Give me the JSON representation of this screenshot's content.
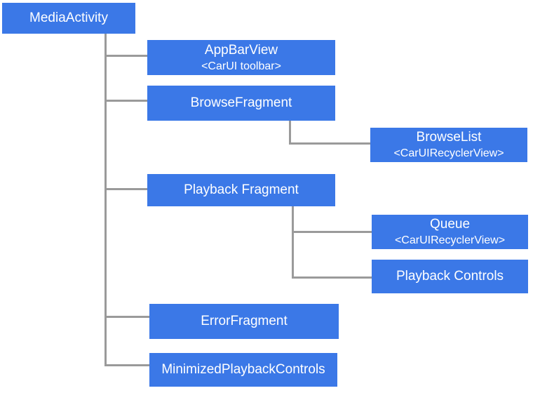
{
  "theme": {
    "node_fill": "#3B78E7",
    "node_text": "#FFFFFF",
    "connector": "#9A9A9A",
    "background": "#FFFFFF"
  },
  "diagram": {
    "root": "MediaActivity",
    "nodes": {
      "media_activity": {
        "label": "MediaActivity"
      },
      "app_bar_view": {
        "label": "AppBarView",
        "sublabel": "<CarUI toolbar>"
      },
      "browse_fragment": {
        "label": "BrowseFragment"
      },
      "browse_list": {
        "label": "BrowseList",
        "sublabel": "<CarUIRecyclerView>"
      },
      "playback_fragment": {
        "label": "Playback Fragment"
      },
      "queue": {
        "label": "Queue",
        "sublabel": "<CarUIRecyclerView>"
      },
      "playback_controls": {
        "label": "Playback Controls"
      },
      "error_fragment": {
        "label": "ErrorFragment"
      },
      "minimized_playback_controls": {
        "label": "MinimizedPlaybackControls"
      }
    }
  }
}
